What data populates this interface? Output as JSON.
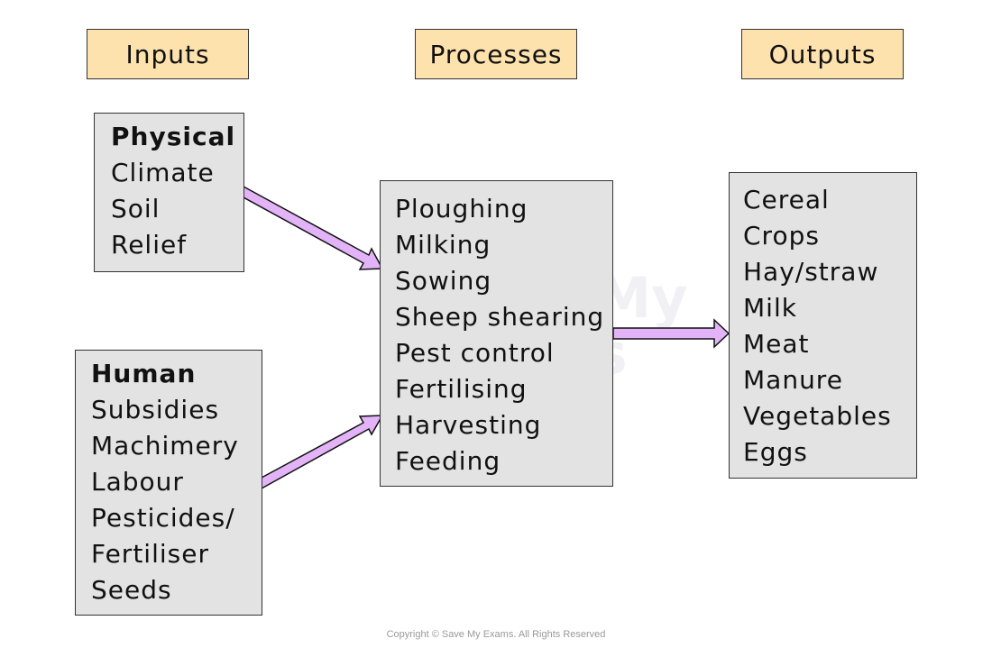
{
  "headers": {
    "inputs": "Inputs",
    "processes": "Processes",
    "outputs": "Outputs"
  },
  "inputs": {
    "physical": {
      "title": "Physical",
      "items": [
        "Climate",
        "Soil",
        "Relief"
      ]
    },
    "human": {
      "title": "Human",
      "items": [
        "Subsidies",
        "Machimery",
        "Labour",
        "Pesticides/",
        "Fertiliser",
        "Seeds"
      ]
    }
  },
  "processes": {
    "items": [
      "Ploughing",
      "Milking",
      "Sowing",
      "Sheep shearing",
      "Pest control",
      "Fertilising",
      "Harvesting",
      "Feeding"
    ]
  },
  "outputs": {
    "items": [
      "Cereal",
      "Crops",
      "Hay/straw",
      "Milk",
      "Meat",
      "Manure",
      "Vegetables",
      "Eggs"
    ]
  },
  "colors": {
    "header_fill": "#fde2ad",
    "box_fill": "#e3e3e3",
    "arrow_fill": "#e3b3f7"
  },
  "watermark": [
    "Save My",
    "Exams"
  ],
  "copyright": "Copyright © Save My Exams. All Rights Reserved"
}
